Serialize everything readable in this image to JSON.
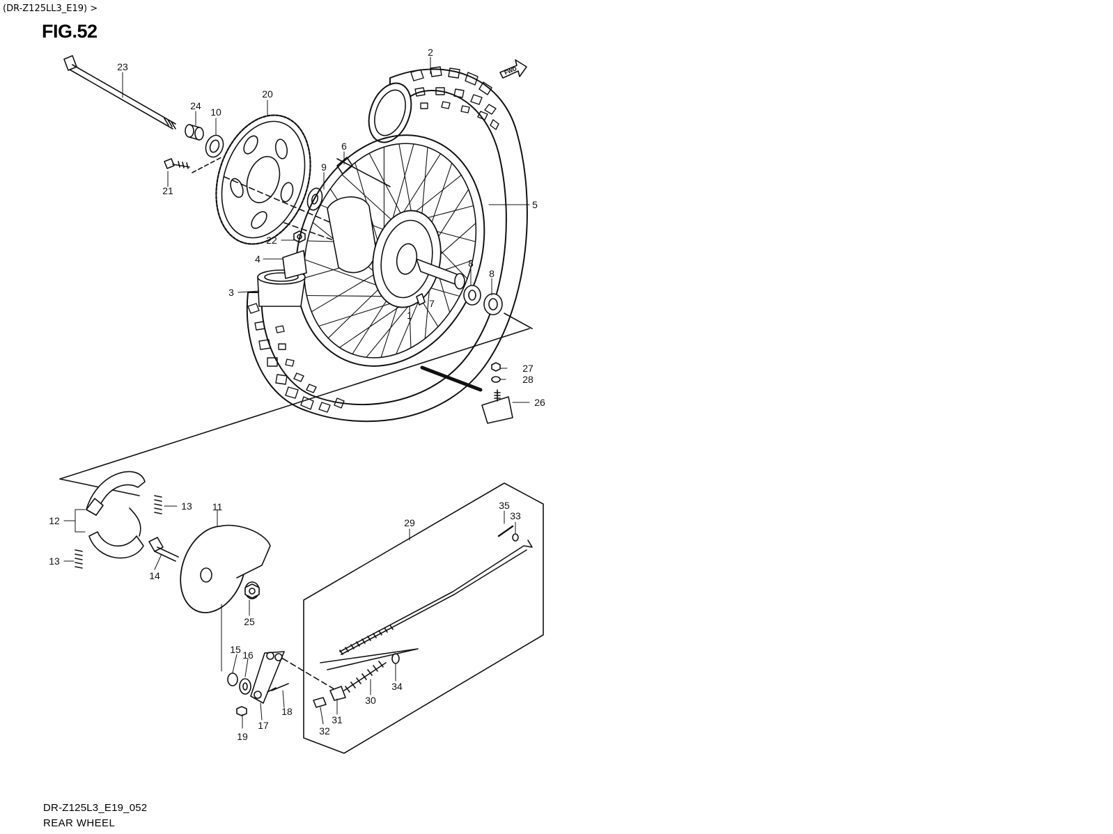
{
  "header": "(DR-Z125LL3_E19) >",
  "figure": "FIG.52",
  "fwd_mark": "FWD",
  "footer": {
    "code": "DR-Z125L3_E19_052",
    "name": "REAR WHEEL"
  },
  "callouts": [
    "1",
    "2",
    "3",
    "4",
    "5",
    "6",
    "7",
    "8",
    "8",
    "9",
    "10",
    "11",
    "12",
    "13",
    "13",
    "14",
    "15",
    "16",
    "17",
    "18",
    "19",
    "20",
    "21",
    "22",
    "23",
    "24",
    "25",
    "26",
    "27",
    "28",
    "29",
    "30",
    "31",
    "32",
    "33",
    "34",
    "35"
  ]
}
